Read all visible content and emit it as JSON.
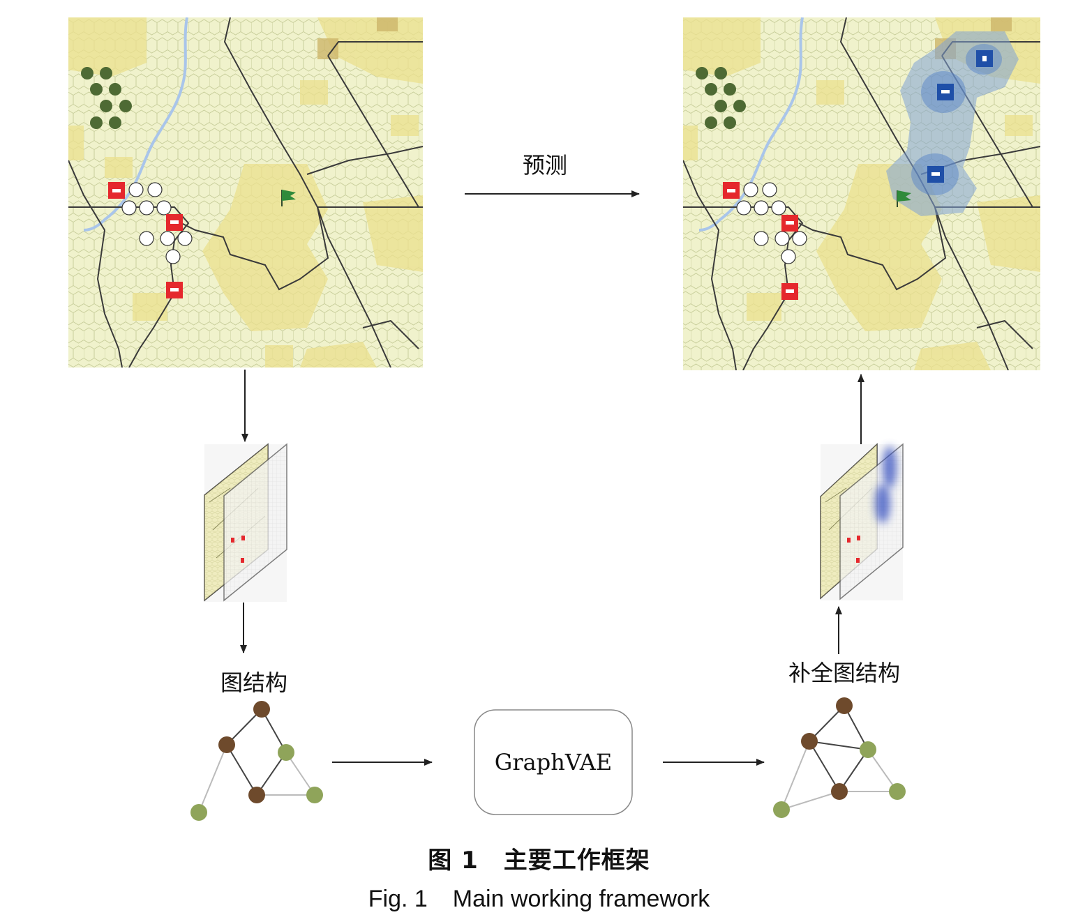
{
  "labels": {
    "predict": "预测",
    "graph_structure": "图结构",
    "completed_graph_structure": "补全图结构",
    "model": "GraphVAE"
  },
  "caption": {
    "cn_number": "图 1",
    "cn_title": "主要工作框架",
    "en_number": "Fig. 1",
    "en_title": "Main working framework"
  },
  "colors": {
    "map_base": "#f0f2cc",
    "hex_stroke": "#c9cf9c",
    "terrain_yellow": "#ebe08e",
    "forest": "#4e6a34",
    "river": "#a9c5ea",
    "road": "#3a3a3a",
    "red_unit": "#e5282d",
    "blue_unit": "#1f4fa8",
    "blue_prediction": "#7fa3d6",
    "flag": "#2f8a3a",
    "node_brown": "#6e4a2c",
    "node_green": "#8fa45a",
    "edge_dark": "#444444",
    "edge_light": "#bbbbbb"
  },
  "icons": [
    "red-unit-icon",
    "blue-unit-icon",
    "flag-icon",
    "forest-icon"
  ]
}
